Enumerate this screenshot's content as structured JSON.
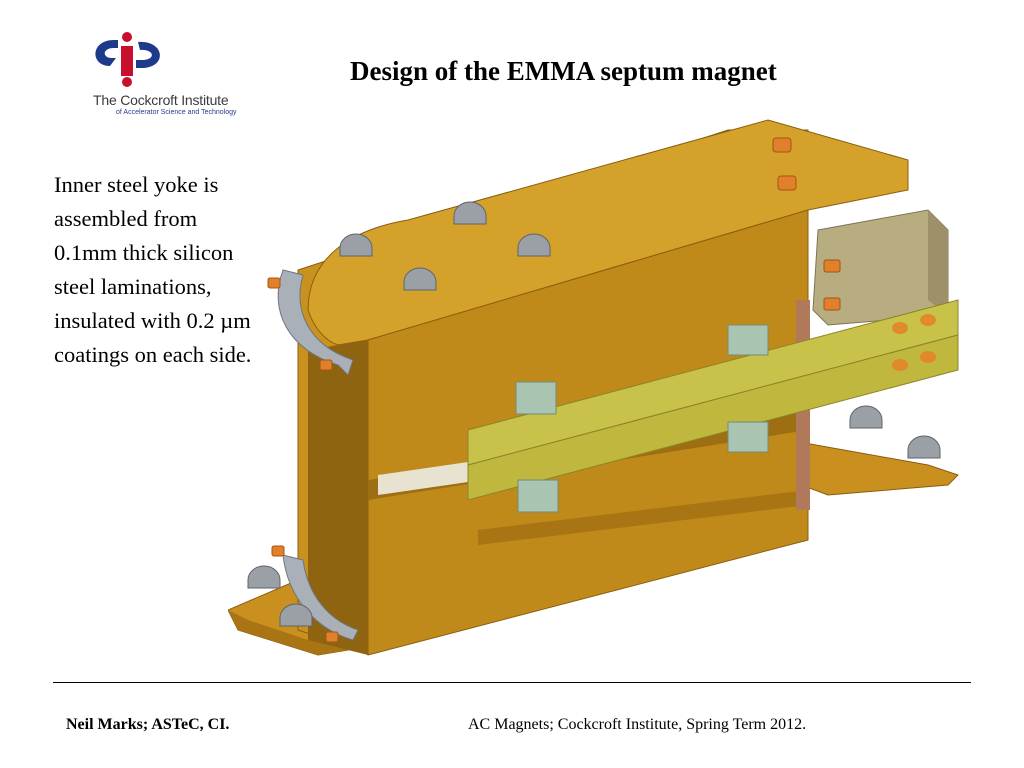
{
  "logo": {
    "name": "The Cockcroft Institute",
    "subtitle": "of Accelerator Science and Technology"
  },
  "title": "Design of the EMMA septum magnet",
  "body_text": "Inner steel yoke is assembled from 0.1mm thick silicon steel laminations, insulated with 0.2 µm coatings on each side.",
  "footer": {
    "left": "Neil Marks; ASTeC, CI.",
    "right": "AC Magnets; Cockcroft Institute, Spring Term 2012."
  }
}
